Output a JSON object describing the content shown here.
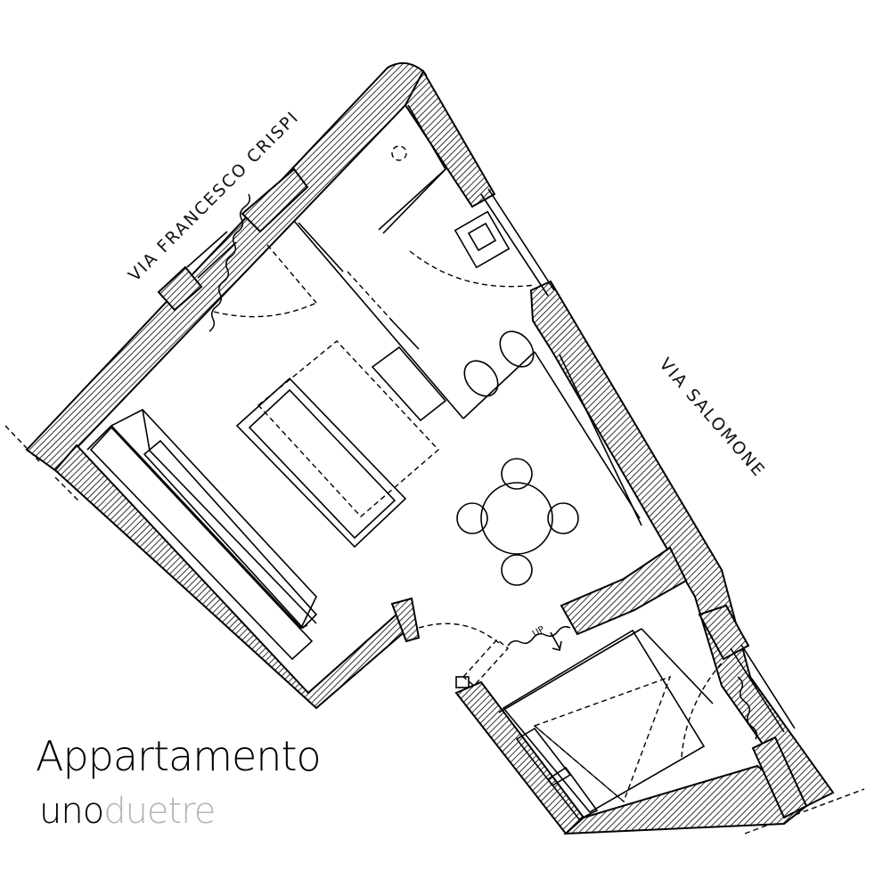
{
  "plan": {
    "streets": {
      "francesco_crispi": "VIA FRANCESCO CRISPI",
      "salomone": "VIA SALOMONE"
    },
    "stair_label": "UP"
  },
  "brand": {
    "title": "Appartamento",
    "uno": "uno",
    "duetre": "duetre"
  }
}
